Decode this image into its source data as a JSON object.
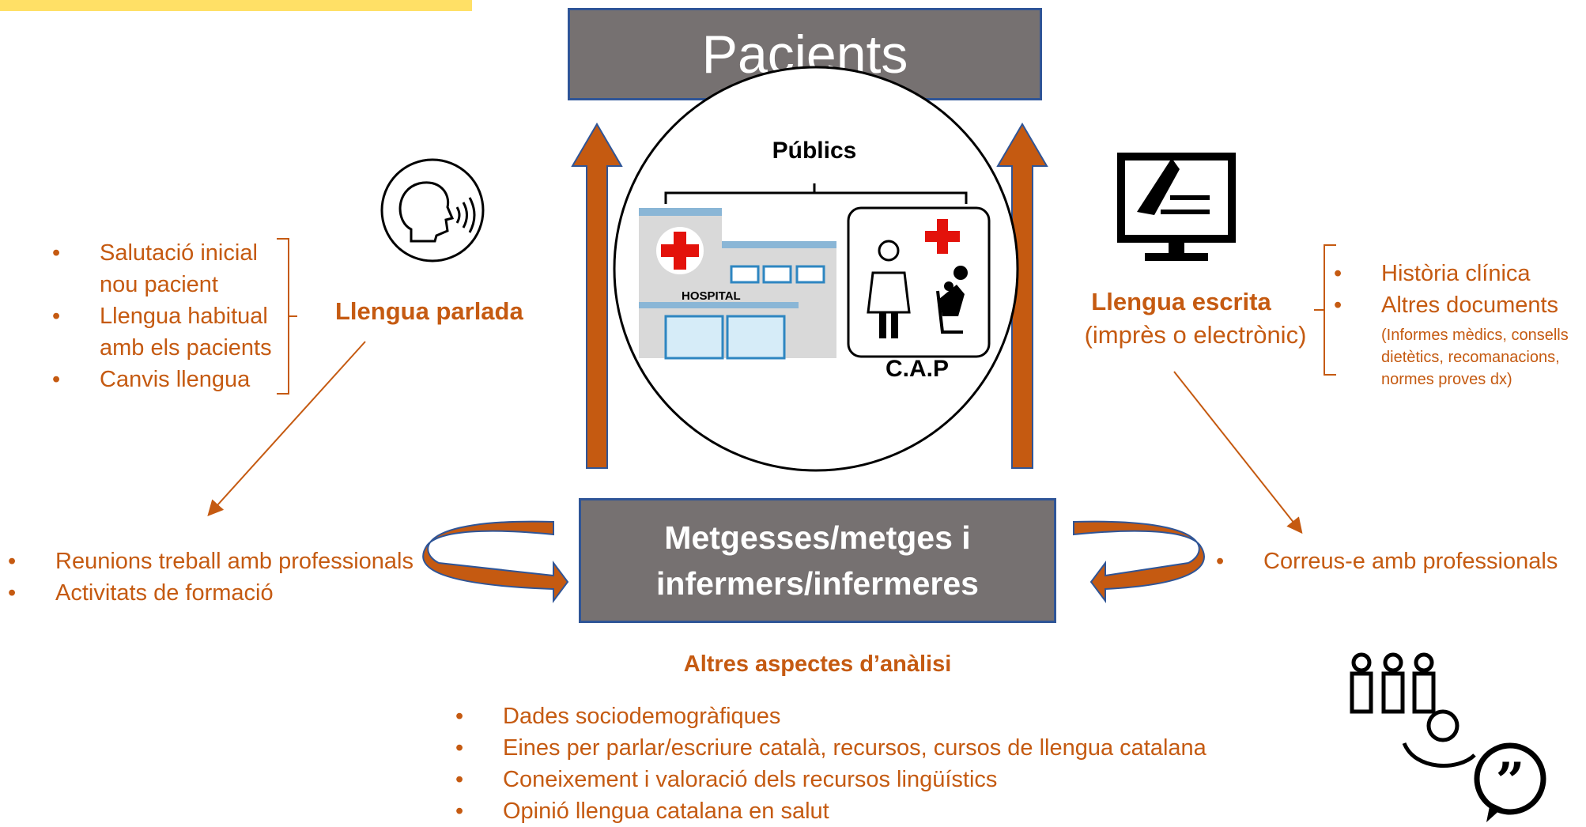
{
  "colors": {
    "accent": "#c55a11",
    "box_fill": "#767171",
    "box_border": "#2f5597",
    "top_bar": "#ffe066",
    "arrow_fill": "#c55a11",
    "arrow_border": "#2f5597"
  },
  "top_box": {
    "label": "Pacients"
  },
  "center": {
    "publics_label": "Públics",
    "hospital_label": "HOSPITAL",
    "cap_label": "C.A.P"
  },
  "bottom_box": {
    "line1": "Metgesses/metges i",
    "line2": "infermers/infermeres"
  },
  "spoken": {
    "icon": "speaking-head-icon",
    "label": "Llengua parlada",
    "items": [
      "Salutació inicial nou pacient",
      "Llengua habitual amb els pacients",
      "Canvis llengua"
    ]
  },
  "written": {
    "icon": "computer-writing-icon",
    "label": "Llengua escrita",
    "sublabel": "(imprès o electrònic)",
    "items": [
      "Història clínica",
      "Altres documents"
    ],
    "note": "(Informes mèdics, consells dietètics, recomanacions, normes proves dx)"
  },
  "left_bottom": {
    "items": [
      "Reunions treball amb professionals",
      "Activitats de formació"
    ]
  },
  "right_bottom": {
    "items": [
      "Correus-e amb professionals"
    ]
  },
  "other": {
    "icon": "people-gear-speech-icon",
    "title": "Altres aspectes d’anàlisi",
    "items": [
      "Dades sociodemogràfiques",
      "Eines per parlar/escriure català, recursos, cursos de llengua catalana",
      "Coneixement i valoració dels recursos lingüístics",
      "Opinió llengua catalana en salut"
    ]
  }
}
